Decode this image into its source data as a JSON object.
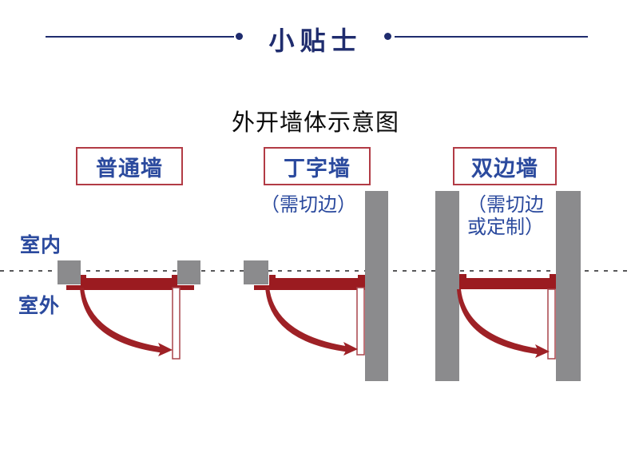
{
  "header": {
    "title": "小贴士"
  },
  "subtitle": "外开墙体示意图",
  "side_labels": {
    "indoor": "室内",
    "outdoor": "室外"
  },
  "diagrams": [
    {
      "id": "ordinary-wall",
      "title": "普通墙",
      "note": ""
    },
    {
      "id": "t-shaped-wall",
      "title": "丁字墙",
      "note": "（需切边）"
    },
    {
      "id": "double-sided-wall",
      "title": "双边墙",
      "note_line1": "（需切边",
      "note_line2": "或定制）"
    }
  ],
  "colors": {
    "navy_header": "#1f2c6e",
    "label_blue": "#2b4a9e",
    "box_border_red": "#b23b45",
    "frame_red": "#9b1b20",
    "arc_red": "#9e2126",
    "wall_gray": "#8b8b8d",
    "dash_gray": "#58585a"
  }
}
